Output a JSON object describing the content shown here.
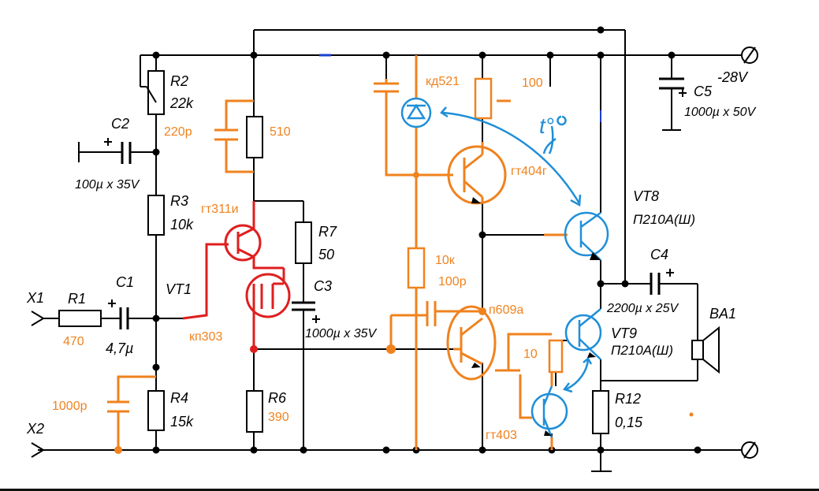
{
  "colors": {
    "wire": "#000000",
    "orange": "#f0821e",
    "red": "#e01e1e",
    "blue": "#1f8fd8",
    "blue_mark": "#1a3fd0"
  },
  "terminals": {
    "x1": "X1",
    "x2": "X2",
    "supply": "-28V"
  },
  "resistors": {
    "r1": {
      "ref": "R1",
      "value": "470"
    },
    "r2": {
      "ref": "R2",
      "value": "22k"
    },
    "r3": {
      "ref": "R3",
      "value": "10k"
    },
    "r4": {
      "ref": "R4",
      "value": "15k"
    },
    "r6": {
      "ref": "R6",
      "value": "390"
    },
    "r7": {
      "ref": "R7",
      "value": "50"
    },
    "r12": {
      "ref": "R12",
      "value": "0,15"
    },
    "r510": {
      "value": "510"
    },
    "r10k": {
      "value": "10к"
    },
    "r10": {
      "value": "10"
    },
    "r100": {
      "value": "100"
    }
  },
  "capacitors": {
    "c1": {
      "ref": "C1",
      "value": "4,7µ"
    },
    "c2": {
      "ref": "C2",
      "value": "100µ x 35V"
    },
    "c3": {
      "ref": "C3",
      "value": "1000µ x 35V"
    },
    "c4": {
      "ref": "C4",
      "value": "2200µ x 25V"
    },
    "c5": {
      "ref": "C5",
      "value": "1000µ x 50V"
    },
    "c220p": {
      "value": "220p"
    },
    "c1000p": {
      "value": "1000p"
    },
    "c100p": {
      "value": "100p"
    }
  },
  "semiconductors": {
    "vt1": "VT1",
    "vt8": {
      "ref": "VT8",
      "type": "П210А(Ш)"
    },
    "vt9": {
      "ref": "VT9",
      "type": "П210А(Ш)"
    },
    "gt311": "гт311и",
    "kp303": "кп303",
    "kd521": "кд521",
    "gt404": "гт404г",
    "p609": "п609а",
    "gt403": "гт403"
  },
  "speaker": "BA1",
  "handwritten": "t°",
  "icons": [
    "terminal-x1-icon",
    "terminal-x2-icon",
    "terminal-supply-icon",
    "terminal-ground-icon",
    "speaker-icon"
  ]
}
